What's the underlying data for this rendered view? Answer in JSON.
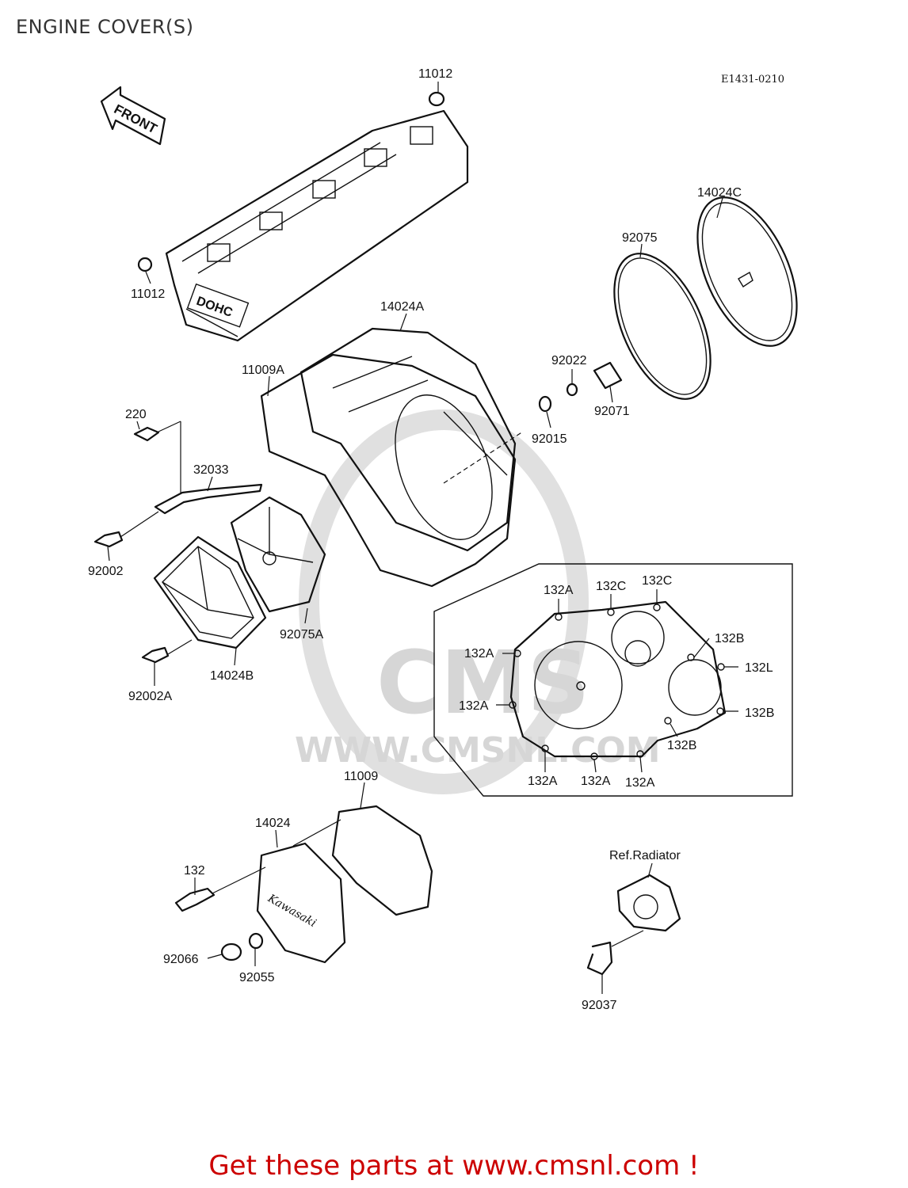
{
  "header": {
    "title": "ENGINE COVER(S)",
    "diagram_code": "E1431-0210",
    "front_arrow_label": "FRONT"
  },
  "watermark": {
    "logo_text": "CMS",
    "url_text": "WWW.CMSNL.COM"
  },
  "labels": {
    "p11012_top": "11012",
    "p11012_left": "11012",
    "p14024C": "14024C",
    "p92075": "92075",
    "p14024A": "14024A",
    "p11009A": "11009A",
    "p92022": "92022",
    "p92071": "92071",
    "p92015": "92015",
    "p220": "220",
    "p32033": "32033",
    "p92002": "92002",
    "p92075A": "92075A",
    "p14024B": "14024B",
    "p92002A": "92002A",
    "b132A_1": "132A",
    "b132C_1": "132C",
    "b132C_2": "132C",
    "b132B_1": "132B",
    "b132A_2": "132A",
    "b132L": "132L",
    "b132A_3": "132A",
    "b132B_2": "132B",
    "b132B_3": "132B",
    "b132A_4": "132A",
    "b132A_5": "132A",
    "b132A_6": "132A",
    "p11009": "11009",
    "p14024": "14024",
    "p132": "132",
    "p92066": "92066",
    "p92055": "92055",
    "refRadiator": "Ref.Radiator",
    "p92037": "92037",
    "cover_brand": "Kawasaki",
    "head_stamp": "DOHC"
  },
  "footer": {
    "text": "Get these parts at www.cmsnl.com !"
  }
}
